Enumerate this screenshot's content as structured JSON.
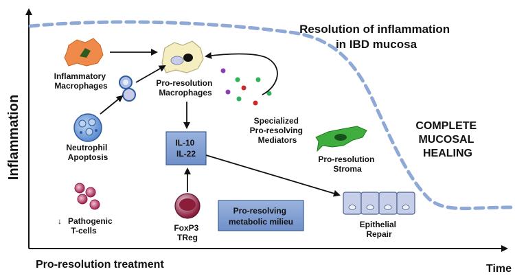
{
  "title": [
    "Resolution of inflammation",
    "in IBD mucosa"
  ],
  "axes": {
    "y_label": "Inflammation",
    "x_label": "Pro-resolution treatment",
    "x_end_label": "Time"
  },
  "labels": {
    "inflammatory_macrophages": [
      "Inflammatory",
      "Macrophages"
    ],
    "pro_resolution_macrophages": [
      "Pro-resolution",
      "Macrophages"
    ],
    "neutrophil_apoptosis": [
      "Neutrophil",
      "Apoptosis"
    ],
    "spms": [
      "Specialized",
      "Pro-resolving",
      "Mediators"
    ],
    "il_box": [
      "IL-10",
      "IL-22"
    ],
    "pro_resolution_stroma": [
      "Pro-resolution",
      "Stroma"
    ],
    "complete_healing": [
      "COMPLETE",
      "MUCOSAL",
      "HEALING"
    ],
    "pathogenic_tcells": [
      "Pathogenic",
      "T-cells"
    ],
    "treg": [
      "FoxP3",
      "TReg"
    ],
    "metabolic_milieu": [
      "Pro-resolving",
      "metabolic milieu"
    ],
    "epithelial_repair": [
      "Epithelial",
      "Repair"
    ]
  },
  "down_arrow_glyph": "↓",
  "colors": {
    "curve": "#8fa9d6",
    "box_fill": "#7c9bd0",
    "box_stroke": "#3e5e9a",
    "macrophage_inflam": "#f08a4b",
    "macrophage_pro": "#f5eec0",
    "treg": "#8b1c3a",
    "pathogenic_t": "#b03060",
    "stroma": "#3fae3f",
    "epithelium": "#c7cfe8"
  }
}
